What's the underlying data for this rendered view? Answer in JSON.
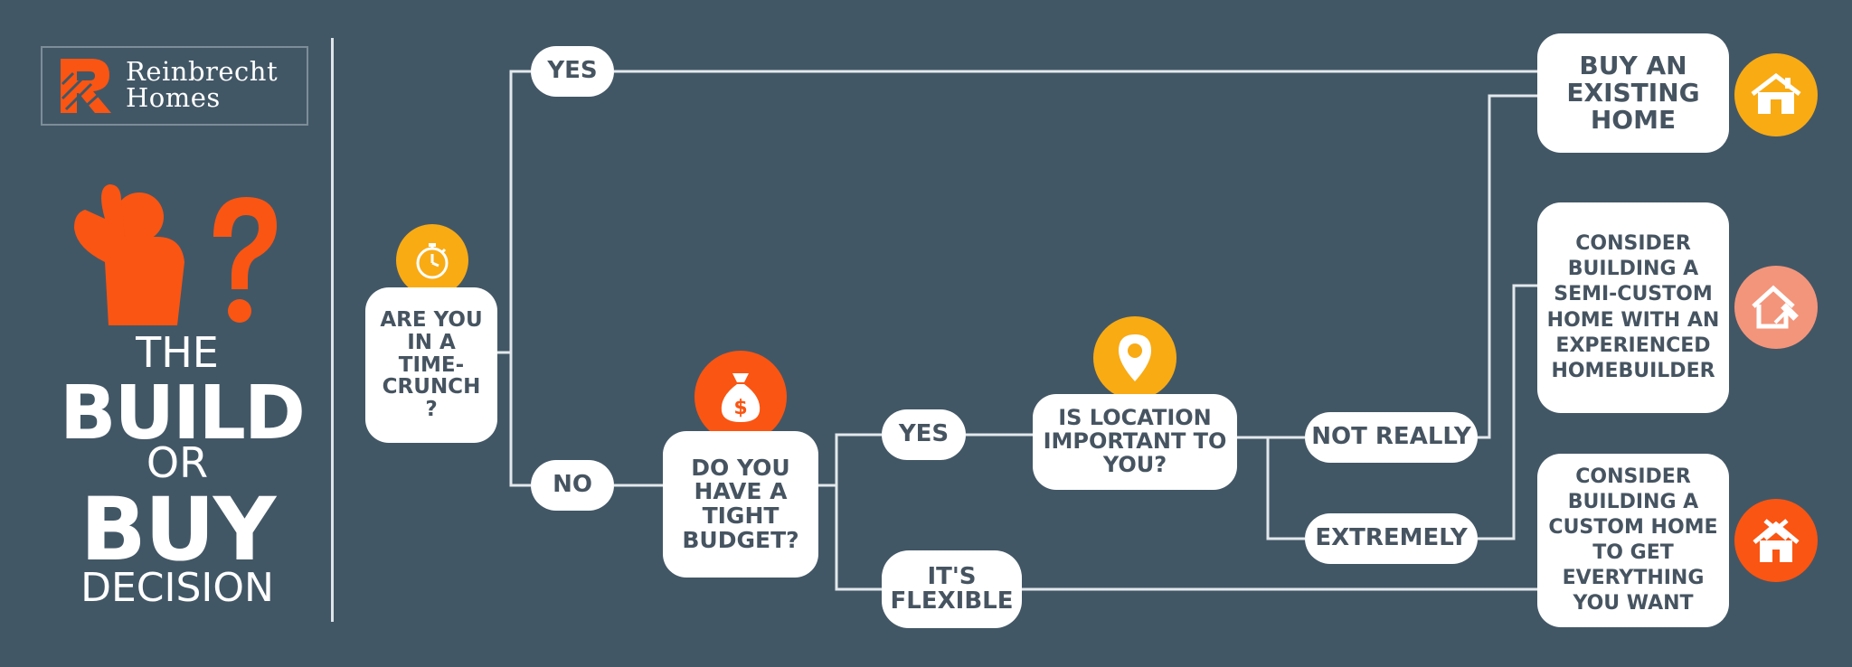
{
  "brand": {
    "name_line1": "Reinbrecht",
    "name_line2": "Homes"
  },
  "title": {
    "line1": "THE",
    "line2": "BUILD",
    "line3": "OR",
    "line4": "BUY",
    "line5": "DECISION"
  },
  "nodes": {
    "q_time": "ARE YOU IN A TIME-CRUNCH ?",
    "q_budget": "DO YOU HAVE A TIGHT BUDGET?",
    "q_location": "IS LOCATION IMPORTANT TO YOU?",
    "out_buy": "BUY AN EXISTING HOME",
    "out_semi": "CONSIDER BUILDING A SEMI-CUSTOM HOME WITH AN EXPERIENCED HOMEBUILDER",
    "out_custom": "CONSIDER BUILDING A CUSTOM HOME TO GET EVERYTHING YOU WANT"
  },
  "edges": {
    "yes_time": "YES",
    "no_time": "NO",
    "yes_budget": "YES",
    "flexible": "IT'S FLEXIBLE",
    "not_really": "NOT REALLY",
    "extremely": "EXTREMELY"
  },
  "icons": {
    "time": "stopwatch-icon",
    "budget": "money-bag-icon",
    "location": "location-pin-icon",
    "buy": "house-icon",
    "semi": "house-hammer-icon",
    "custom": "house-tools-icon"
  },
  "colors": {
    "background": "#425766",
    "accent_orange": "#fa5512",
    "accent_yellow": "#f9ab14",
    "accent_salmon": "#f3957b",
    "text_dark": "#465461"
  }
}
